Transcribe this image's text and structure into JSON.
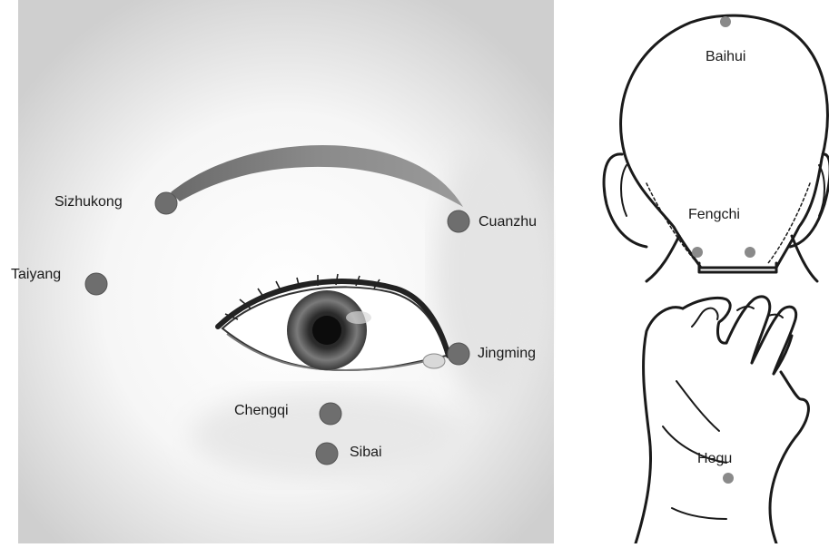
{
  "points": {
    "sizhukong": "Sizhukong",
    "cuanzhu": "Cuanzhu",
    "taiyang": "Taiyang",
    "jingming": "Jingming",
    "chengqi": "Chengqi",
    "sibai": "Sibai",
    "baihui": "Baihui",
    "fengchi": "Fengchi",
    "hegu": "Hegu"
  },
  "colors": {
    "eye_point": "#6e6e6e",
    "head_hand_point": "#8a8a8a",
    "line_art": "#1a1a1a"
  }
}
